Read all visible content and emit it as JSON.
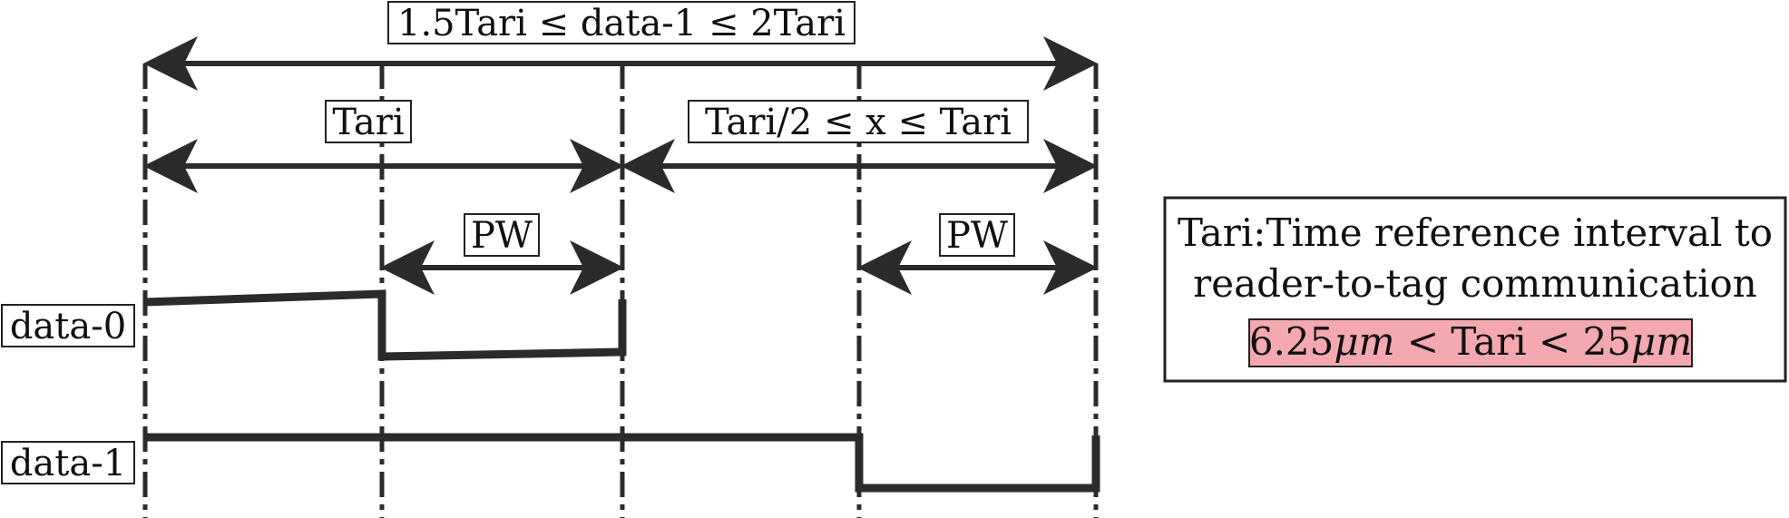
{
  "labels": {
    "top_range": "1.5Tari ≤ data-1 ≤ 2Tari",
    "tari": "Tari",
    "x_range": "Tari/2 ≤ x ≤ Tari",
    "pw_left": "PW",
    "pw_right": "PW",
    "data0": "data-0",
    "data1": "data-1"
  },
  "legend": {
    "line1": "Tari:Time reference interval to",
    "line2": "reader-to-tag communication",
    "range_value_a": "6.25",
    "range_unit_a": "μm",
    "range_op_a": " < Tari < ",
    "range_value_b": "25",
    "range_unit_b": "μm"
  },
  "colors": {
    "line": "#2b2b2b",
    "highlight": "#f4a8b0",
    "text": "#111111"
  }
}
